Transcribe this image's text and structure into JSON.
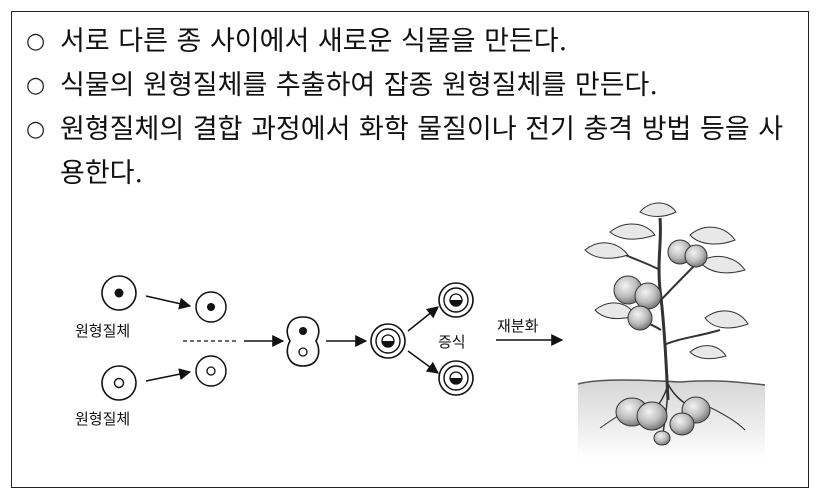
{
  "bullets": [
    {
      "marker": "○",
      "text": "서로 다른 종 사이에서 새로운 식물을 만든다."
    },
    {
      "marker": "○",
      "text": "식물의 원형질체를 추출하여 잡종 원형질체를 만든다."
    },
    {
      "marker": "○",
      "text": "원형질체의 결합 과정에서 화학 물질이나 전기 충격 방법 등을 사용한다."
    }
  ],
  "diagram": {
    "label_protoplast_top": "원형질체",
    "label_protoplast_bottom": "원형질체",
    "label_proliferation": "증식",
    "label_redifferentiation": "재분화"
  }
}
